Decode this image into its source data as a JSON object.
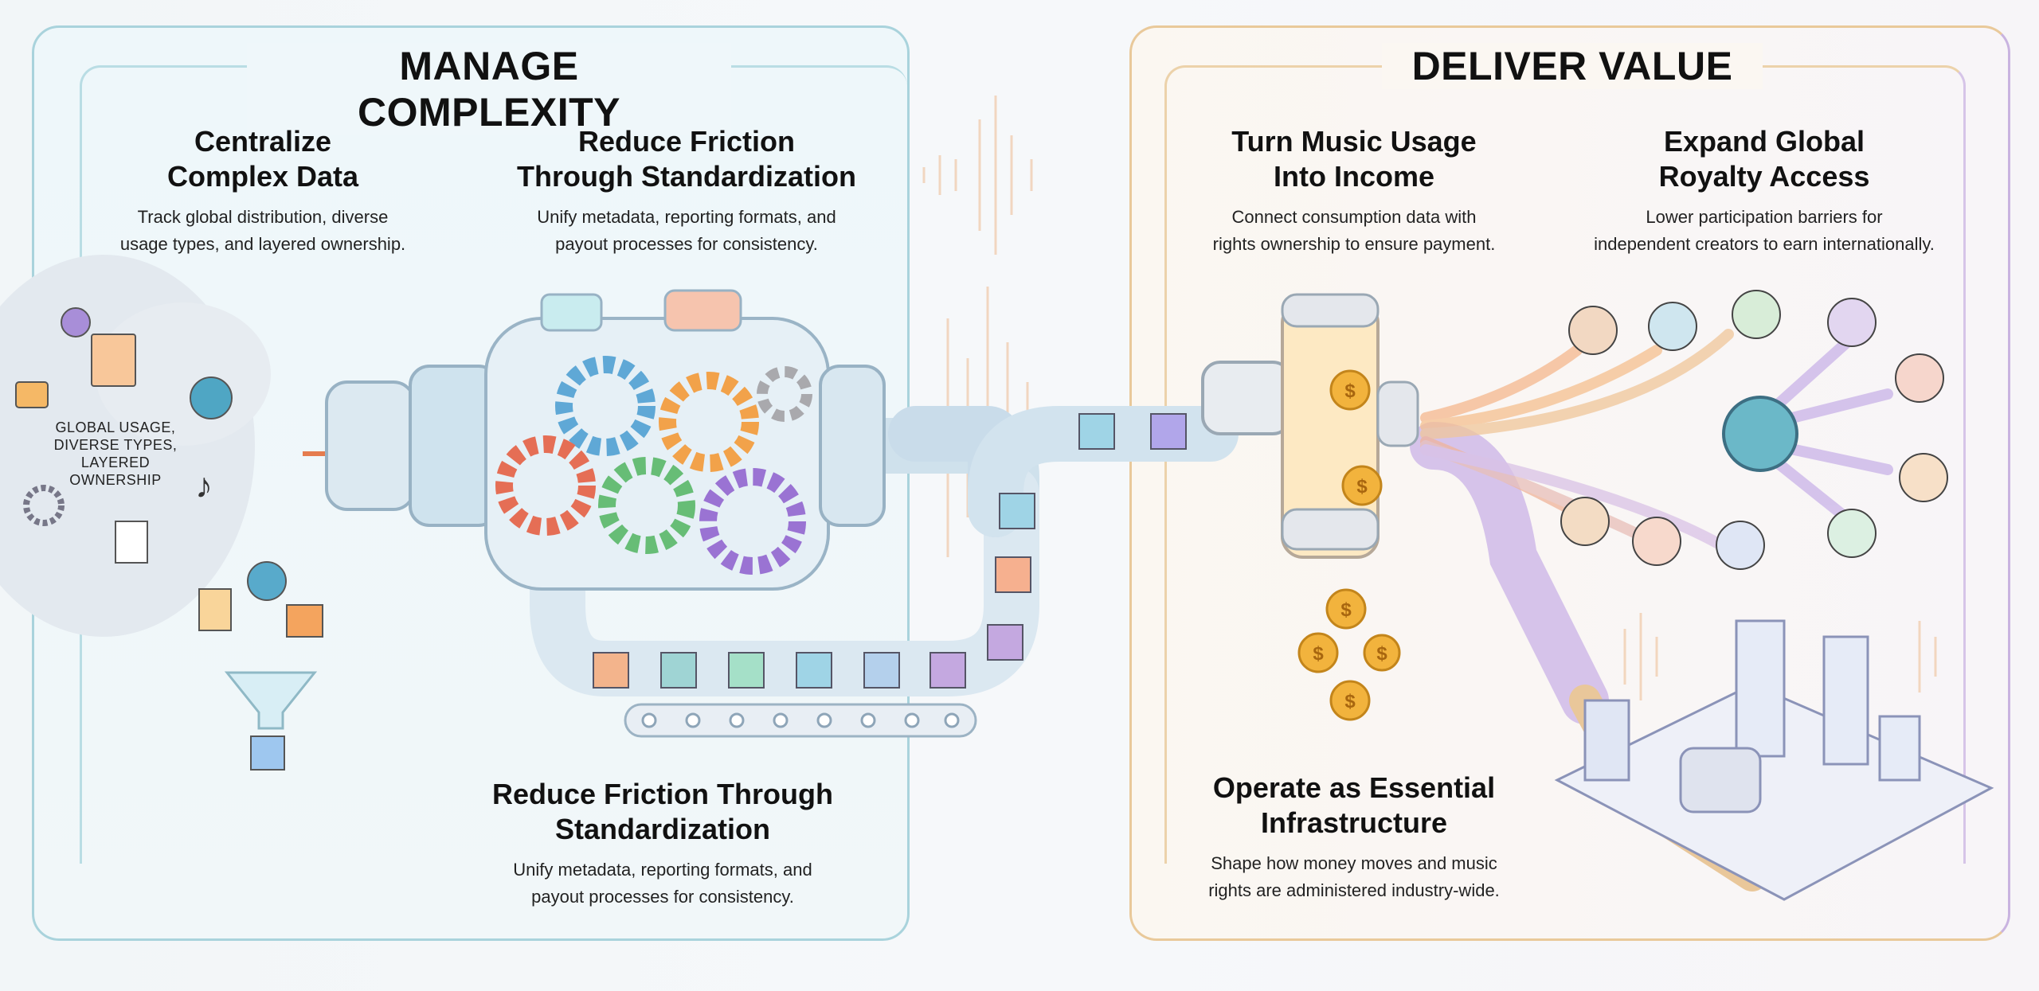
{
  "left": {
    "title": "MANAGE COMPLEXITY",
    "blocks": [
      {
        "heading1": "Centralize",
        "heading2": "Complex Data",
        "desc1": "Track global distribution, diverse",
        "desc2": "usage types, and layered ownership."
      },
      {
        "heading1": "Reduce Friction",
        "heading2": "Through Standardization",
        "desc1": "Unify metadata, reporting formats, and",
        "desc2": "payout processes for consistency."
      },
      {
        "heading1": "Reduce Friction Through",
        "heading2": "Standardization",
        "desc1": "Unify metadata, reporting formats, and",
        "desc2": "payout processes for consistency."
      }
    ],
    "cloud_label": [
      "GLOBAL USAGE,",
      "DIVERSE TYPES,",
      "LAYERED",
      "OWNERSHIP"
    ]
  },
  "right": {
    "title": "DELIVER VALUE",
    "blocks": [
      {
        "heading1": "Turn Music Usage",
        "heading2": "Into Income",
        "desc1": "Connect consumption data with",
        "desc2": "rights ownership to ensure payment."
      },
      {
        "heading1": "Expand Global",
        "heading2": "Royalty Access",
        "desc1": "Lower participation barriers for",
        "desc2": "independent creators to earn internationally."
      },
      {
        "heading1": "Operate as Essential",
        "heading2": "Infrastructure",
        "desc1": "Shape how money moves and music",
        "desc2": "rights are administered industry-wide."
      }
    ]
  },
  "colors": {
    "teal": "#a9d3dc",
    "orange": "#e9c99a",
    "purple": "#c9b3e0",
    "coin": "#f2b33d"
  }
}
